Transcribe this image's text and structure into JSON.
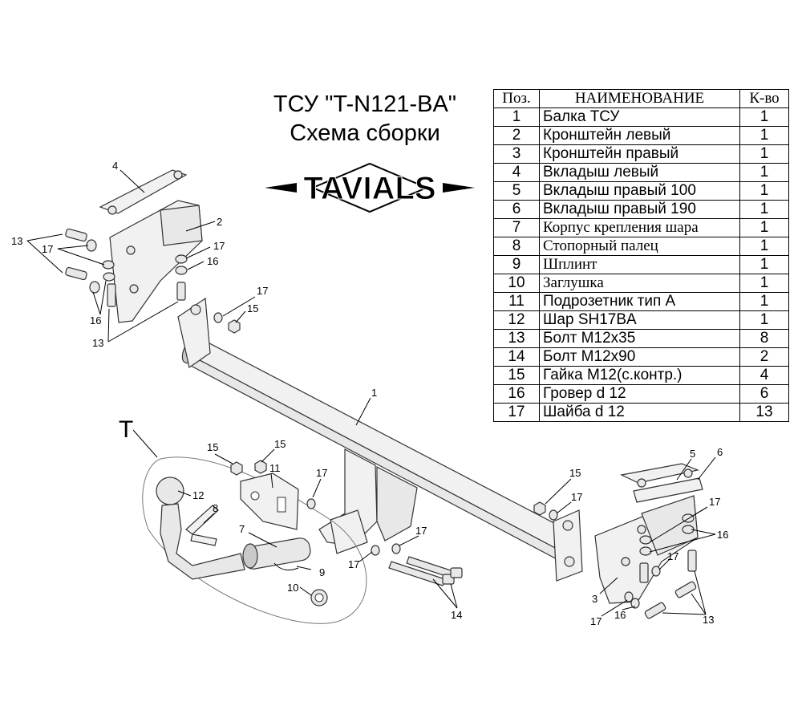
{
  "title": {
    "line1": "ТСУ \"T-N121-BA\"",
    "line2": "Схема сборки"
  },
  "logo": {
    "text": "TAVIALS"
  },
  "table": {
    "headers": {
      "pos": "Поз.",
      "name": "НАИМЕНОВАНИЕ",
      "qty": "К-во"
    },
    "rows": [
      {
        "pos": "1",
        "name": "Балка ТСУ",
        "qty": "1"
      },
      {
        "pos": "2",
        "name": "Кронштейн левый",
        "qty": "1"
      },
      {
        "pos": "3",
        "name": "Кронштейн правый",
        "qty": "1"
      },
      {
        "pos": "4",
        "name": "Вкладыш левый",
        "qty": "1"
      },
      {
        "pos": "5",
        "name": "Вкладыш правый 100",
        "qty": "1"
      },
      {
        "pos": "6",
        "name": "Вкладыш правый 190",
        "qty": "1"
      },
      {
        "pos": "7",
        "name": "Корпус крепления шара",
        "qty": "1"
      },
      {
        "pos": "8",
        "name": "Стопорный палец",
        "qty": "1"
      },
      {
        "pos": "9",
        "name": "Шплинт",
        "qty": "1"
      },
      {
        "pos": "10",
        "name": "Заглушка",
        "qty": "1"
      },
      {
        "pos": "11",
        "name": "Подрозетник тип А",
        "qty": "1"
      },
      {
        "pos": "12",
        "name": "Шар SH17BA",
        "qty": "1"
      },
      {
        "pos": "13",
        "name": "Болт М12х35",
        "qty": "8"
      },
      {
        "pos": "14",
        "name": "Болт М12х90",
        "qty": "2"
      },
      {
        "pos": "15",
        "name": "Гайка М12(с.контр.)",
        "qty": "4"
      },
      {
        "pos": "16",
        "name": "Гровер d 12",
        "qty": "6"
      },
      {
        "pos": "17",
        "name": "Шайба d 12",
        "qty": "13"
      }
    ]
  },
  "detail_label": "T",
  "callouts": {
    "c1": "1",
    "c2": "2",
    "c3": "3",
    "c4": "4",
    "c5": "5",
    "c6": "6",
    "c7": "7",
    "c8": "8",
    "c9": "9",
    "c10": "10",
    "c11": "11",
    "c12": "12",
    "c13": "13",
    "c14": "14",
    "c15": "15",
    "c16": "16",
    "c17": "17"
  }
}
